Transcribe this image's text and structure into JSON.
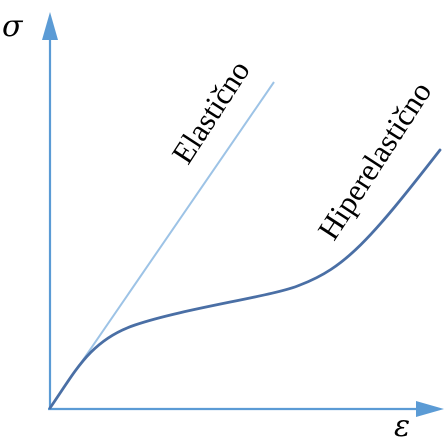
{
  "diagram": {
    "y_axis_symbol": "σ",
    "x_axis_symbol": "ε",
    "elastic_label": "Elastično",
    "hyperelastic_label": "Hiperelastično",
    "colors": {
      "axis": "#5b9bd5",
      "elastic_line": "#9dc3e6",
      "hyperelastic_curve": "#4a6fa5",
      "text": "#000000"
    }
  }
}
